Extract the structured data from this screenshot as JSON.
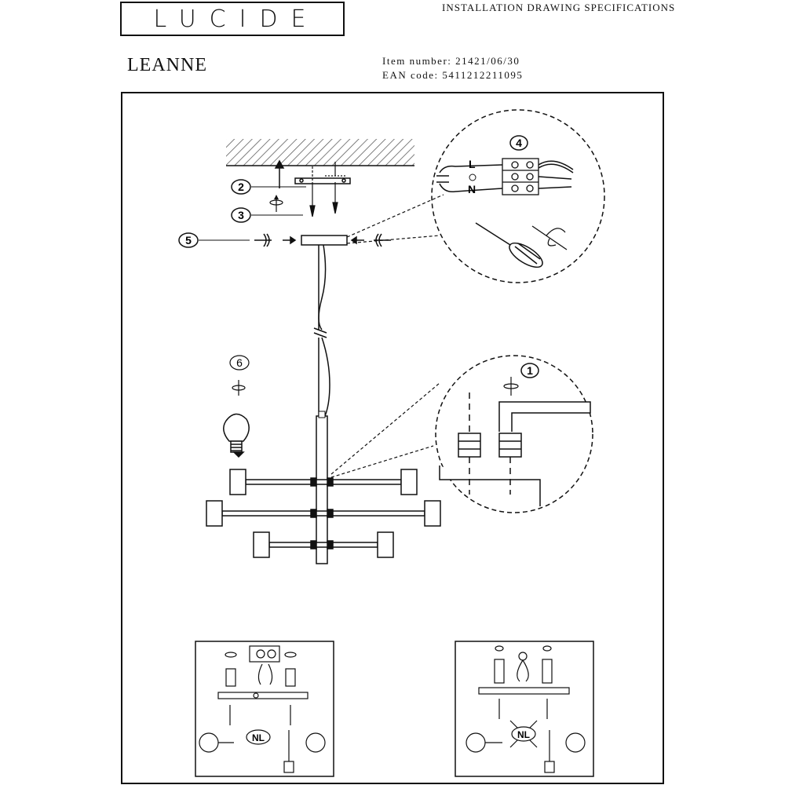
{
  "header": {
    "brand": "LUCIDE",
    "spec_title": "INSTALLATION DRAWING SPECIFICATIONS",
    "product_name": "LEANNE",
    "item_number_line": "Item number: 21421/06/30",
    "ean_line": "EAN code: 5411212211095"
  },
  "callouts": {
    "step1": "1",
    "step2": "2",
    "step3": "3",
    "step4": "4",
    "step5": "5",
    "step6": "6"
  },
  "wiring": {
    "live": "L",
    "neutral": "N"
  },
  "panels": {
    "left_label": "NL",
    "right_label": "NL"
  }
}
